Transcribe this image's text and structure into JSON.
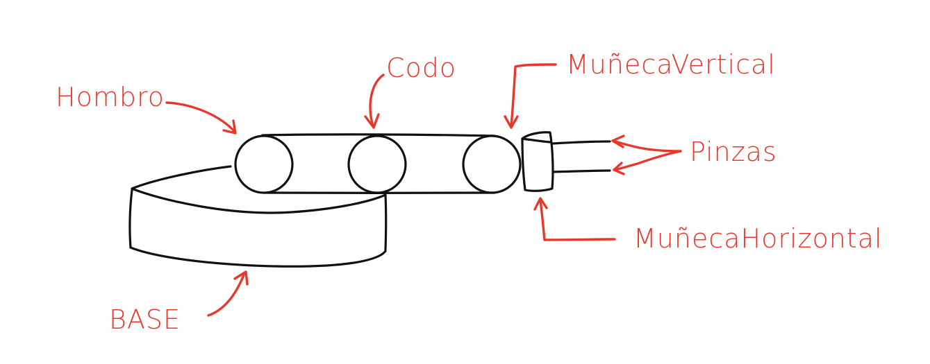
{
  "colors": {
    "ink": "#111111",
    "annotation": "#e8382c",
    "background": "#ffffff"
  },
  "labels": {
    "hombro": "Hombro",
    "codo": "Codo",
    "muneca_vertical": "MuñecaVertical",
    "pinzas": "Pinzas",
    "muneca_horizontal": "MuñecaHorizontal",
    "base": "BASE"
  }
}
